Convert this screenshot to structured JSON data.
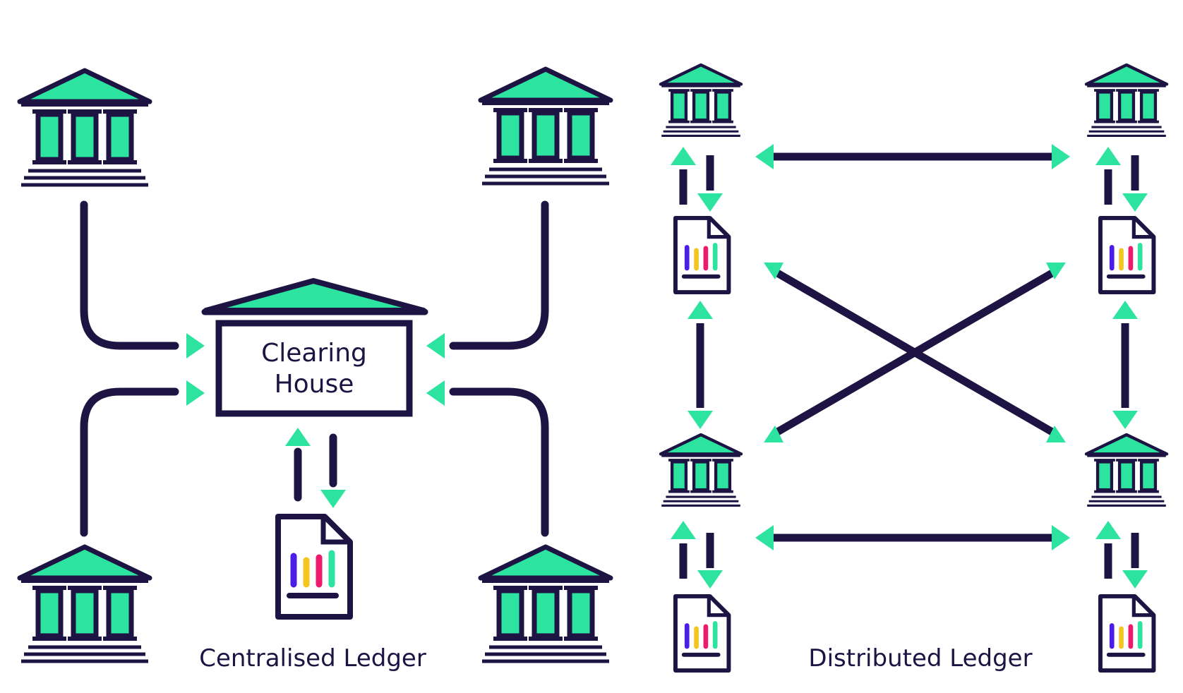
{
  "centralised": {
    "hub_label_line1": "Clearing",
    "hub_label_line2": "House",
    "caption": "Centralised Ledger",
    "banks": [
      "bank-top-left",
      "bank-top-right",
      "bank-bottom-left",
      "bank-bottom-right"
    ]
  },
  "distributed": {
    "caption": "Distributed Ledger",
    "nodes": [
      "node-top-left",
      "node-top-right",
      "node-bottom-left",
      "node-bottom-right"
    ]
  },
  "colors": {
    "ink": "#1e1443",
    "accent": "#2de3a0",
    "bar_purple": "#4b1ee8",
    "bar_yellow": "#f4c51e",
    "bar_pink": "#ee1a6c",
    "bar_green": "#2de3a0"
  },
  "icons": {
    "bank": "bank-icon",
    "ledger": "ledger-document-icon",
    "arrow": "arrow-head-icon"
  }
}
